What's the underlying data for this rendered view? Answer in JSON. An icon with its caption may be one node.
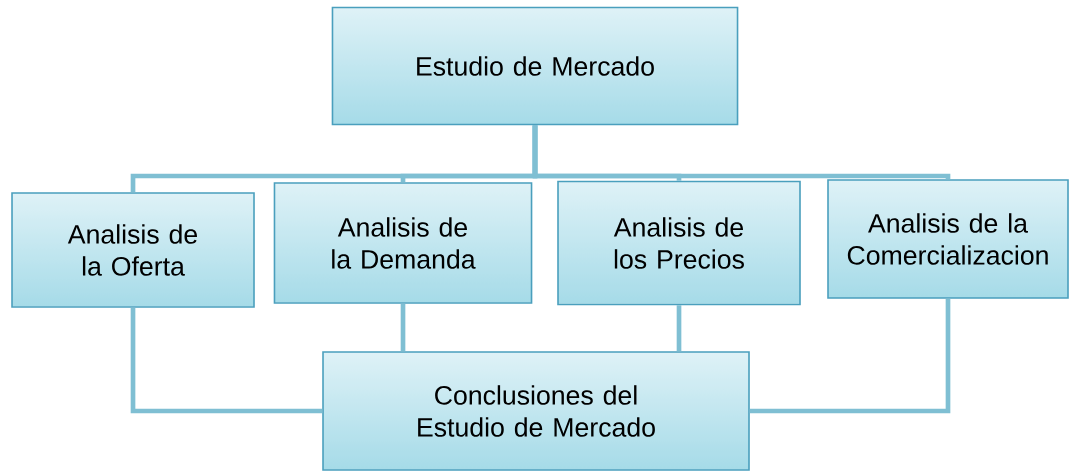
{
  "diagram": {
    "nodes": [
      {
        "text": [
          "Estudio de Mercado"
        ]
      },
      {
        "text": [
          "Analisis de la Oferta"
        ]
      },
      {
        "text": [
          "Analisis de la Demanda"
        ]
      },
      {
        "text": [
          "Analisis de los Precios"
        ]
      },
      {
        "text": [
          "Analisis de la Comercializacion"
        ]
      },
      {
        "text": [
          "Conclusiones del Estudio de Mercado"
        ]
      }
    ],
    "edges": [
      {
        "from": 0,
        "to": 1,
        "arrow": "none"
      },
      {
        "from": 0,
        "to": 2,
        "arrow": "none"
      },
      {
        "from": 0,
        "to": 3,
        "arrow": "none"
      },
      {
        "from": 0,
        "to": 4,
        "arrow": "none"
      },
      {
        "from": 1,
        "to": 5,
        "arrow": "none"
      },
      {
        "from": 2,
        "to": 5,
        "arrow": "none"
      },
      {
        "from": 3,
        "to": 5,
        "arrow": "none"
      },
      {
        "from": 4,
        "to": 5,
        "arrow": "none"
      }
    ]
  }
}
